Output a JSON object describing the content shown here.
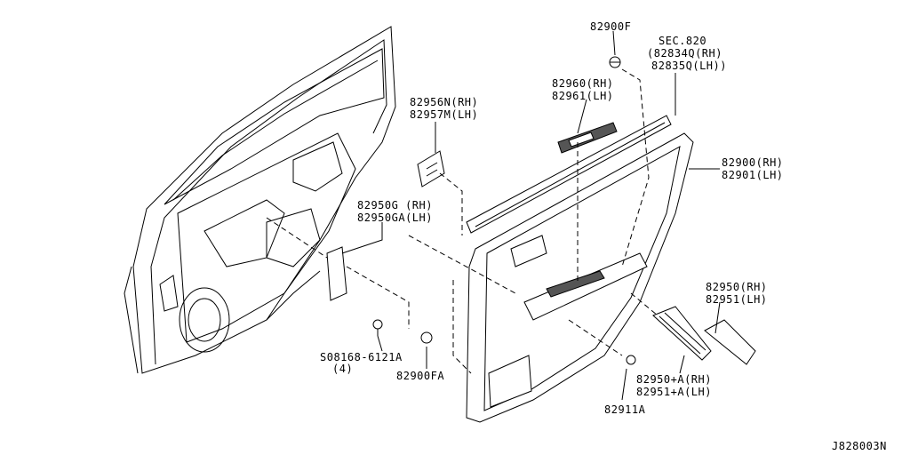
{
  "parts": {
    "clip_top": "82900F",
    "sec_ref": "SEC.820",
    "sec_rh": "(82834Q(RH)",
    "sec_lh": "82835Q(LH))",
    "switch_rh": "82960(RH)",
    "switch_lh": "82961(LH)",
    "bracket_top_rh": "82956N(RH)",
    "bracket_top_lh": "82957M(LH)",
    "trim_rh": "82900(RH)",
    "trim_lh": "82901(LH)",
    "bracket_rh": "82950G (RH)",
    "bracket_lh": "82950GA(LH)",
    "armrest_rh": "82950(RH)",
    "armrest_lh": "82951(LH)",
    "bolt": "S08168-6121A",
    "bolt_qty": "(4)",
    "clip_bottom": "82900FA",
    "armrest_a_rh": "82950+A(RH)",
    "armrest_a_lh": "82951+A(LH)",
    "screw": "82911A",
    "diagram_code": "J828003N"
  }
}
